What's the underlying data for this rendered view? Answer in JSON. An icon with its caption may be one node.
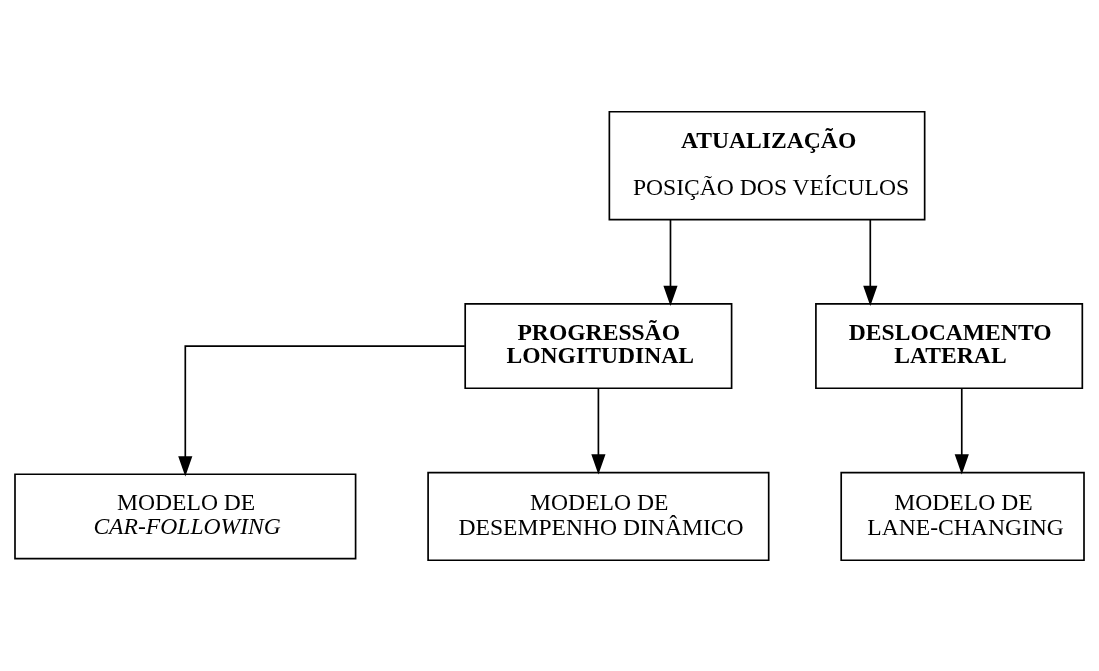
{
  "diagram": {
    "nodes": [
      {
        "text": [
          "ATUALIZAÇÃO",
          "POSIÇÃO DOS VEÍCULOS"
        ]
      },
      {
        "text": [
          "PROGRESSÃO LONGITUDINAL"
        ]
      },
      {
        "text": [
          "DESLOCAMENTO LATERAL"
        ]
      },
      {
        "text": [
          "MODELO DE *CAR-FOLLOWING*"
        ]
      },
      {
        "text": [
          "MODELO DE DESEMPENHO DINÂMICO"
        ]
      },
      {
        "text": [
          "MODELO DE LANE-CHANGING"
        ]
      }
    ],
    "edges": [
      {
        "from": 0,
        "to": 1,
        "arrow": "to"
      },
      {
        "from": 0,
        "to": 2,
        "arrow": "to"
      },
      {
        "from": 1,
        "to": 3,
        "arrow": "to"
      },
      {
        "from": 1,
        "to": 4,
        "arrow": "to"
      },
      {
        "from": 2,
        "to": 5,
        "arrow": "to"
      }
    ]
  }
}
